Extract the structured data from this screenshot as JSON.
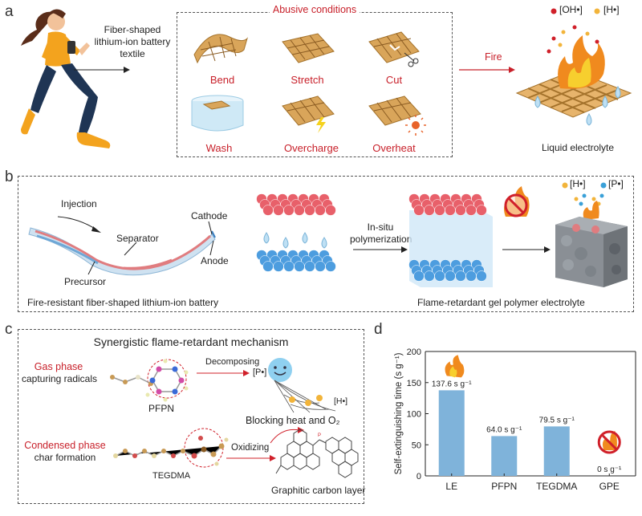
{
  "panel_a": {
    "letter": "a",
    "textile_label": [
      "Fiber-shaped",
      "lithium-ion battery",
      "textile"
    ],
    "abusive_title": "Abusive conditions",
    "conditions": [
      "Bend",
      "Stretch",
      "Cut",
      "Wash",
      "Overcharge",
      "Overheat"
    ],
    "fire_label": "Fire",
    "legend_oh": "[OH•]",
    "legend_h": "[H•]",
    "liquid_label": "Liquid electrolyte"
  },
  "panel_b": {
    "letter": "b",
    "injection": "Injection",
    "separator": "Separator",
    "cathode": "Cathode",
    "anode": "Anode",
    "precursor": "Precursor",
    "insitu": [
      "In-situ",
      "polymerization"
    ],
    "legend_h": "[H•]",
    "legend_p": "[P•]",
    "caption_left": "Fire-resistant fiber-shaped lithium-ion battery",
    "caption_right": "Flame-retardant gel polymer electrolyte"
  },
  "panel_c": {
    "letter": "c",
    "title": "Synergistic flame-retardant mechanism",
    "gas_phase": "Gas phase",
    "capturing": "capturing radicals",
    "decomposing": "Decomposing",
    "p_radical": "[P•]",
    "h_radical": "[H•]",
    "pfpn": "PFPN",
    "blocking": "Blocking heat and O₂",
    "condensed_phase": "Condensed phase",
    "char_formation": "char formation",
    "oxidizing": "Oxidizing",
    "tegdma": "TEGDMA",
    "graphitic": "Graphitic carbon layer"
  },
  "panel_d": {
    "letter": "d"
  },
  "colors": {
    "red_text": "#c8202a",
    "bar": "#7fb3da",
    "fabric": "#d9a55a",
    "red_sphere": "#e8606a",
    "blue_sphere": "#4d9ddf"
  },
  "chart_data": {
    "type": "bar",
    "categories": [
      "LE",
      "PFPN",
      "TEGDMA",
      "GPE"
    ],
    "values": [
      137.6,
      64.0,
      79.5,
      0
    ],
    "value_labels": [
      "137.6 s g⁻¹",
      "64.0 s g⁻¹",
      "79.5 s g⁻¹",
      "0 s g⁻¹"
    ],
    "ylabel": "Self-extinguishing time (s g⁻¹)",
    "ylim": [
      0,
      200
    ],
    "yticks": [
      0,
      50,
      100,
      150,
      200
    ],
    "grid": false
  }
}
